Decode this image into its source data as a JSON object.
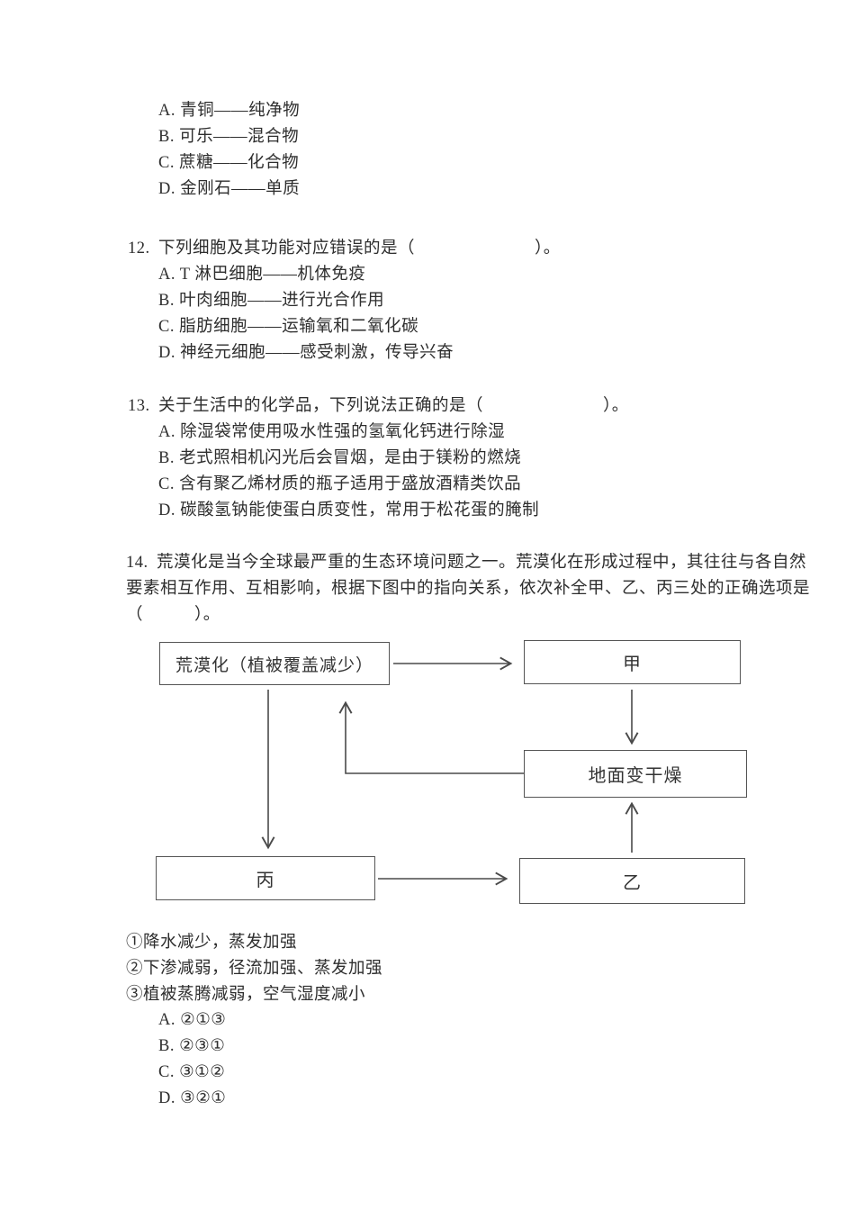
{
  "q11_options": [
    "A. 青铜——纯净物",
    "B. 可乐——混合物",
    "C. 蔗糖——化合物",
    "D. 金刚石——单质"
  ],
  "q12": {
    "number": "12.",
    "text": "下列细胞及其功能对应错误的是（　　　　　　　）。",
    "options": [
      "A. T 淋巴细胞——机体免疫",
      "B. 叶肉细胞——进行光合作用",
      "C. 脂肪细胞——运输氧和二氧化碳",
      "D. 神经元细胞——感受刺激，传导兴奋"
    ]
  },
  "q13": {
    "number": "13.",
    "text": "关于生活中的化学品，下列说法正确的是（　　　　　　　）。",
    "options": [
      "A. 除湿袋常使用吸水性强的氢氧化钙进行除湿",
      "B. 老式照相机闪光后会冒烟，是由于镁粉的燃烧",
      "C. 含有聚乙烯材质的瓶子适用于盛放酒精类饮品",
      "D. 碳酸氢钠能使蛋白质变性，常用于松花蛋的腌制"
    ]
  },
  "q14": {
    "number": "14.",
    "line1": "荒漠化是当今全球最严重的生态环境问题之一。荒漠化在形成过程中，其往往与各自然",
    "line2": "要素相互作用、互相影响，根据下图中的指向关系，依次补全甲、乙、丙三处的正确选项是",
    "line3": "（　　　）。",
    "items": [
      "①降水减少，蒸发加强",
      "②下渗减弱，径流加强、蒸发加强",
      "③植被蒸腾减弱，空气湿度减小"
    ],
    "options": [
      "A. ②①③",
      "B. ②③①",
      "C. ③①②",
      "D. ③②①"
    ]
  },
  "diagram": {
    "boxes": {
      "desertification": "荒漠化（植被覆盖减少）",
      "jia": "甲",
      "ground_dry": "地面变干燥",
      "bing": "丙",
      "yi": "乙"
    },
    "line_color": "#4a4a4a"
  }
}
